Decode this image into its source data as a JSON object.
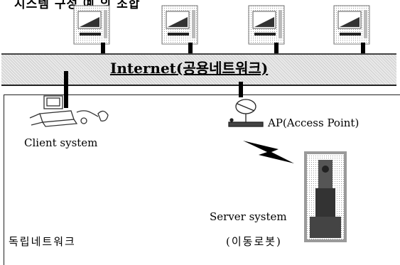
{
  "header": {
    "title_partial": "시스템 구성 예 의 조합"
  },
  "network": {
    "internet_label": "Internet(공용네트워크)",
    "local_label": "독립네트워크"
  },
  "nodes": {
    "client": "Client system",
    "ap": "AP(Access Point)",
    "server": "Server system",
    "server_sub": "(이동로봇)"
  },
  "icons": [
    "computer-icon",
    "computer-icon",
    "computer-icon",
    "computer-icon",
    "client-pc-icon",
    "access-point-icon",
    "wireless-signal-icon",
    "robot-image"
  ]
}
